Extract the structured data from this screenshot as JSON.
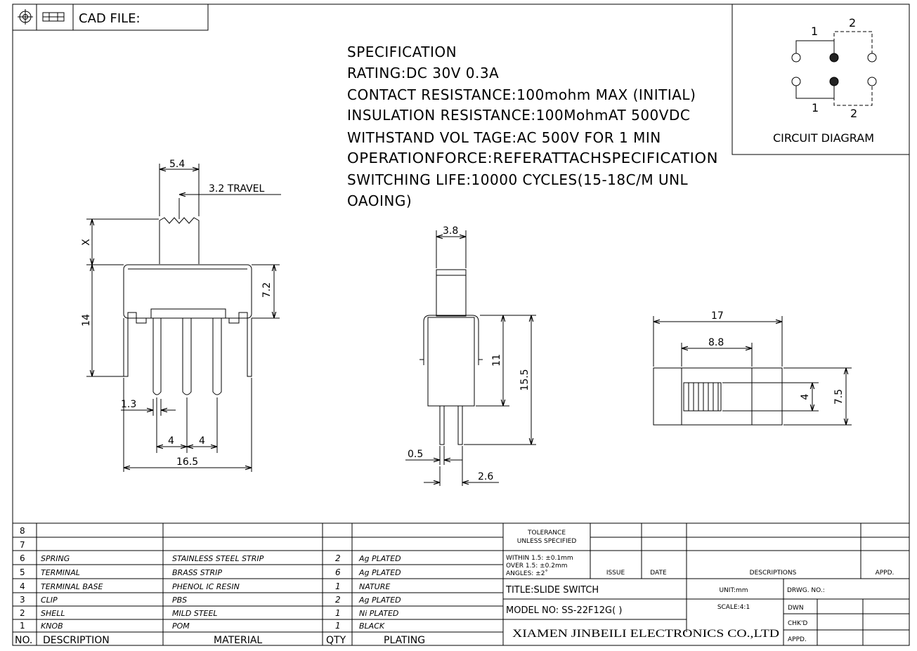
{
  "header": {
    "cad_file_label": "CAD FILE:"
  },
  "spec": {
    "lines": [
      "SPECIFICATION",
      "RATING:DC 30V 0.3A",
      "CONTACT RESISTANCE:100mohm MAX (INITIAL)",
      "INSULATION RESISTANCE:100MohmAT 500VDC",
      "WITHSTAND VOL TAGE:AC 500V FOR 1 MIN",
      "OPERATIONFORCE:REFERATTACHSPECIFICATION",
      "SWITCHING LIFE:10000 CYCLES(15-18C/M UNL",
      "OAOING)"
    ]
  },
  "circuit": {
    "caption": "CIRCUIT DIAGRAM",
    "label_top_1": "1",
    "label_top_2": "2",
    "label_bottom_1": "1",
    "label_bottom_2": "2"
  },
  "side_view": {
    "dim_top_width": "5.4",
    "dim_travel": "3.2 TRAVEL",
    "dim_x": "X",
    "dim_height": "14",
    "dim_body": "7.2",
    "dim_pin": "1.3",
    "dim_pitch_a": "4",
    "dim_pitch_b": "4",
    "dim_total": "16.5"
  },
  "front_view": {
    "dim_knob": "3.8",
    "dim_body": "11",
    "dim_total": "15.5",
    "dim_pin": "0.5",
    "dim_pin_span": "2.6"
  },
  "top_view": {
    "dim_length": "17",
    "dim_slot": "8.8",
    "dim_knob": "4",
    "dim_width": "7.5"
  },
  "bom": {
    "rows": [
      {
        "no": "8",
        "description": "",
        "material": "",
        "qty": "",
        "plating": ""
      },
      {
        "no": "7",
        "description": "",
        "material": "",
        "qty": "",
        "plating": ""
      },
      {
        "no": "6",
        "description": "SPRING",
        "material": "STAINLESS STEEL STRIP",
        "qty": "2",
        "plating": "Ag PLATED"
      },
      {
        "no": "5",
        "description": "TERMINAL",
        "material": "BRASS STRIP",
        "qty": "6",
        "plating": "Ag PLATED"
      },
      {
        "no": "4",
        "description": "TERMINAL BASE",
        "material": "PHENOL IC RESIN",
        "qty": "1",
        "plating": "NATURE"
      },
      {
        "no": "3",
        "description": "CLIP",
        "material": "PBS",
        "qty": "2",
        "plating": "Ag PLATED"
      },
      {
        "no": "2",
        "description": "SHELL",
        "material": "MILD STEEL",
        "qty": "1",
        "plating": "Ni PLATED"
      },
      {
        "no": "1",
        "description": "KNOB",
        "material": "POM",
        "qty": "1",
        "plating": "BLACK"
      }
    ],
    "headers": {
      "no": "NO.",
      "description": "DESCRIPTION",
      "material": "MATERIAL",
      "qty": "QTY",
      "plating": "PLATING"
    }
  },
  "title_block": {
    "tolerance_1": "TOLERANCE",
    "tolerance_2": "UNLESS SPECIFIED",
    "within": "WITHIN 1.5: ±0.1mm",
    "over": "OVER 1.5:  ±0.2mm",
    "angles": "ANGLES: ±2˚",
    "issue": "ISSUE",
    "date": "DATE",
    "descriptions": "DESCRIPTIONS",
    "appd": "APPD.",
    "title": "TITLE:SLIDE SWITCH",
    "unit": "UNIT:mm",
    "drwg_no": "DRWG. NO.:",
    "model": "MODEL NO: SS-22F12G( )",
    "scale": "SCALE:4:1",
    "dwn": "DWN",
    "chkd": "CHK'D",
    "appd2": "APPD.",
    "company": "XIAMEN JINBEILI ELECTRONICS CO.,LTD"
  }
}
